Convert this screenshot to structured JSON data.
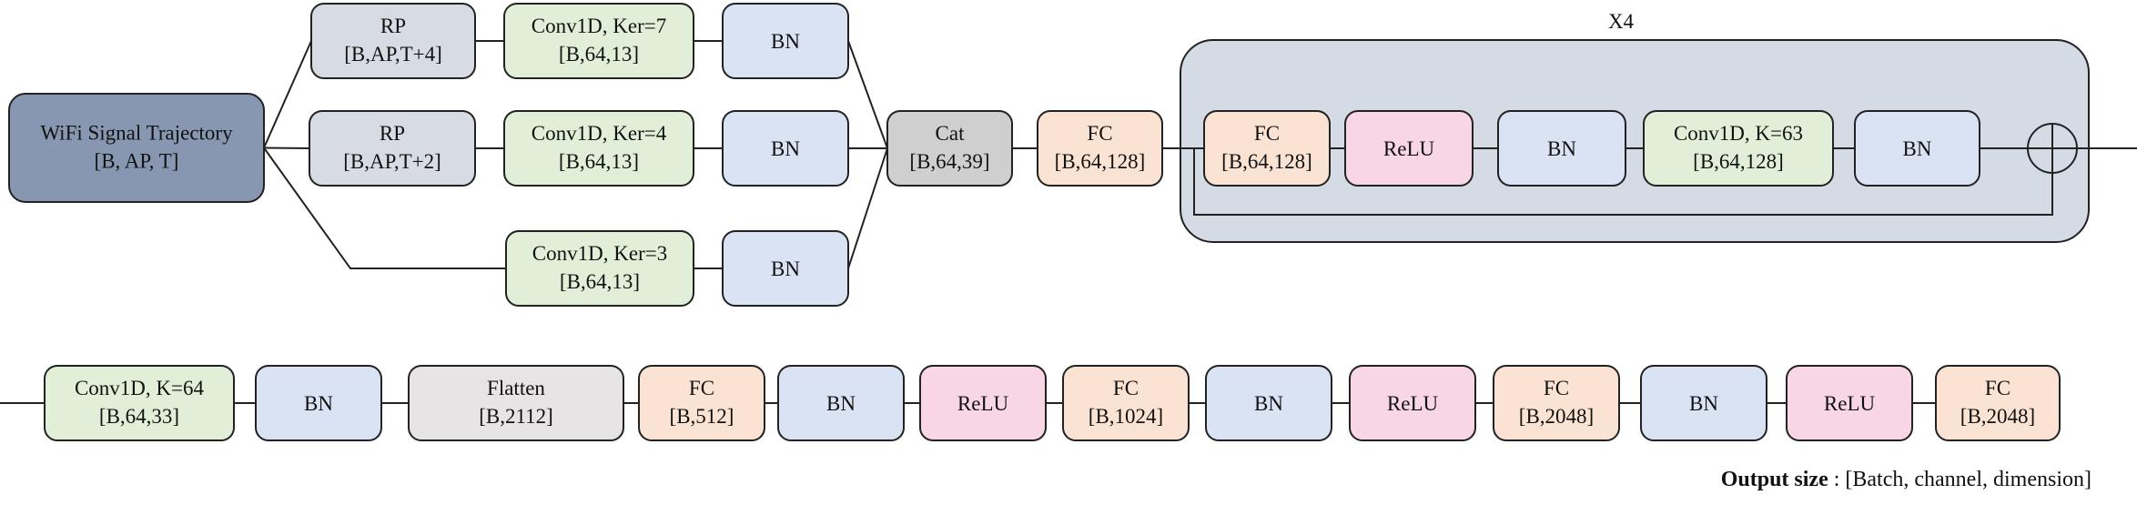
{
  "colors": {
    "input": "#8797b1",
    "rp": "#d6dbe4",
    "conv": "#e1efd8",
    "bn": "#d9e3f3",
    "cat": "#cfcfcf",
    "fc": "#fbe3d3",
    "relu": "#f9d6e5",
    "flatten": "#e6e4e4",
    "group": "#d5dbe5",
    "stroke": "#222222",
    "line": "#222222"
  },
  "repeat_label": "X4",
  "nodes": [
    {
      "id": "input",
      "name": "wifi-signal-trajectory-node",
      "line1": "WiFi Signal Trajectory",
      "line2": "[B, AP, T]",
      "fill": "input"
    },
    {
      "id": "rp1",
      "name": "rp-node-1",
      "line1": "RP",
      "line2": "[B,AP,T+4]",
      "fill": "rp"
    },
    {
      "id": "conv1",
      "name": "conv1d-ker7-node",
      "line1": "Conv1D, Ker=7",
      "line2": "[B,64,13]",
      "fill": "conv"
    },
    {
      "id": "bn1",
      "name": "bn-node-1",
      "line1": "BN",
      "line2": "",
      "fill": "bn"
    },
    {
      "id": "rp2",
      "name": "rp-node-2",
      "line1": "RP",
      "line2": "[B,AP,T+2]",
      "fill": "rp"
    },
    {
      "id": "conv2",
      "name": "conv1d-ker4-node",
      "line1": "Conv1D, Ker=4",
      "line2": "[B,64,13]",
      "fill": "conv"
    },
    {
      "id": "bn2",
      "name": "bn-node-2",
      "line1": "BN",
      "line2": "",
      "fill": "bn"
    },
    {
      "id": "conv3",
      "name": "conv1d-ker3-node",
      "line1": "Conv1D, Ker=3",
      "line2": "[B,64,13]",
      "fill": "conv"
    },
    {
      "id": "bn3",
      "name": "bn-node-3",
      "line1": "BN",
      "line2": "",
      "fill": "bn"
    },
    {
      "id": "cat",
      "name": "cat-node",
      "line1": "Cat",
      "line2": "[B,64,39]",
      "fill": "cat"
    },
    {
      "id": "fc1",
      "name": "fc-node-1",
      "line1": "FC",
      "line2": "[B,64,128]",
      "fill": "fc"
    },
    {
      "id": "fc2",
      "name": "fc-node-2",
      "line1": "FC",
      "line2": "[B,64,128]",
      "fill": "fc"
    },
    {
      "id": "relu1",
      "name": "relu-node-1",
      "line1": "ReLU",
      "line2": "",
      "fill": "relu"
    },
    {
      "id": "bn4",
      "name": "bn-node-4",
      "line1": "BN",
      "line2": "",
      "fill": "bn"
    },
    {
      "id": "conv4",
      "name": "conv1d-k63-node",
      "line1": "Conv1D, K=63",
      "line2": "[B,64,128]",
      "fill": "conv"
    },
    {
      "id": "bn5",
      "name": "bn-node-5",
      "line1": "BN",
      "line2": "",
      "fill": "bn"
    },
    {
      "id": "conv5",
      "name": "conv1d-k64-node",
      "line1": "Conv1D, K=64",
      "line2": "[B,64,33]",
      "fill": "conv"
    },
    {
      "id": "bn6",
      "name": "bn-node-6",
      "line1": "BN",
      "line2": "",
      "fill": "bn"
    },
    {
      "id": "flatten",
      "name": "flatten-node",
      "line1": "Flatten",
      "line2": "[B,2112]",
      "fill": "flatten"
    },
    {
      "id": "fc3",
      "name": "fc-node-3",
      "line1": "FC",
      "line2": "[B,512]",
      "fill": "fc"
    },
    {
      "id": "bn7",
      "name": "bn-node-7",
      "line1": "BN",
      "line2": "",
      "fill": "bn"
    },
    {
      "id": "relu2",
      "name": "relu-node-2",
      "line1": "ReLU",
      "line2": "",
      "fill": "relu"
    },
    {
      "id": "fc4",
      "name": "fc-node-4",
      "line1": "FC",
      "line2": "[B,1024]",
      "fill": "fc"
    },
    {
      "id": "bn8",
      "name": "bn-node-8",
      "line1": "BN",
      "line2": "",
      "fill": "bn"
    },
    {
      "id": "relu3",
      "name": "relu-node-3",
      "line1": "ReLU",
      "line2": "",
      "fill": "relu"
    },
    {
      "id": "fc5",
      "name": "fc-node-5",
      "line1": "FC",
      "line2": "[B,2048]",
      "fill": "fc"
    },
    {
      "id": "bn9",
      "name": "bn-node-9",
      "line1": "BN",
      "line2": "",
      "fill": "bn"
    },
    {
      "id": "relu4",
      "name": "relu-node-4",
      "line1": "ReLU",
      "line2": "",
      "fill": "relu"
    },
    {
      "id": "fc6",
      "name": "fc-node-6",
      "line1": "FC",
      "line2": "[B,2048]",
      "fill": "fc"
    }
  ],
  "edges": [
    [
      "input",
      "rp1"
    ],
    [
      "input",
      "rp2"
    ],
    [
      "input",
      "conv3"
    ],
    [
      "rp1",
      "conv1"
    ],
    [
      "conv1",
      "bn1"
    ],
    [
      "rp2",
      "conv2"
    ],
    [
      "conv2",
      "bn2"
    ],
    [
      "conv3",
      "bn3"
    ],
    [
      "bn1",
      "cat"
    ],
    [
      "bn2",
      "cat"
    ],
    [
      "bn3",
      "cat"
    ],
    [
      "cat",
      "fc1"
    ],
    [
      "fc1",
      "fc2"
    ],
    [
      "fc2",
      "relu1"
    ],
    [
      "relu1",
      "bn4"
    ],
    [
      "bn4",
      "conv4"
    ],
    [
      "conv4",
      "bn5"
    ],
    [
      "conv5",
      "bn6"
    ],
    [
      "bn6",
      "flatten"
    ],
    [
      "flatten",
      "fc3"
    ],
    [
      "fc3",
      "bn7"
    ],
    [
      "bn7",
      "relu2"
    ],
    [
      "relu2",
      "fc4"
    ],
    [
      "fc4",
      "bn8"
    ],
    [
      "bn8",
      "relu3"
    ],
    [
      "relu3",
      "fc5"
    ],
    [
      "fc5",
      "bn9"
    ],
    [
      "bn9",
      "relu4"
    ],
    [
      "relu4",
      "fc6"
    ]
  ],
  "legend": {
    "bold": "Output size",
    "text": " : [Batch, channel, dimension]"
  }
}
